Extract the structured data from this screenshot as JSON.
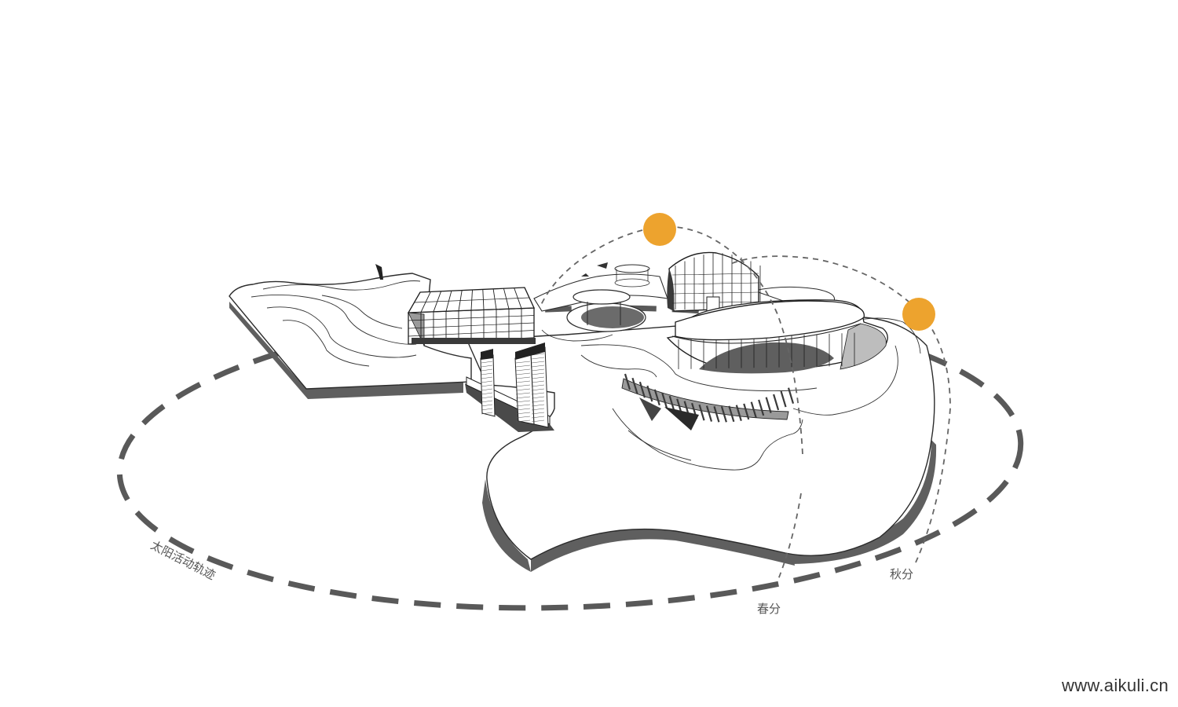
{
  "labels": {
    "sun_path": "太阳活动轨迹",
    "spring_equinox": "春分",
    "autumn_equinox": "秋分"
  },
  "watermark": "www.aikuli.cn",
  "colors": {
    "sun": "#eda32e",
    "orbit": "#595959",
    "arc": "#666666",
    "shadow": "#5f5f5f",
    "line": "#2b2b2b"
  }
}
